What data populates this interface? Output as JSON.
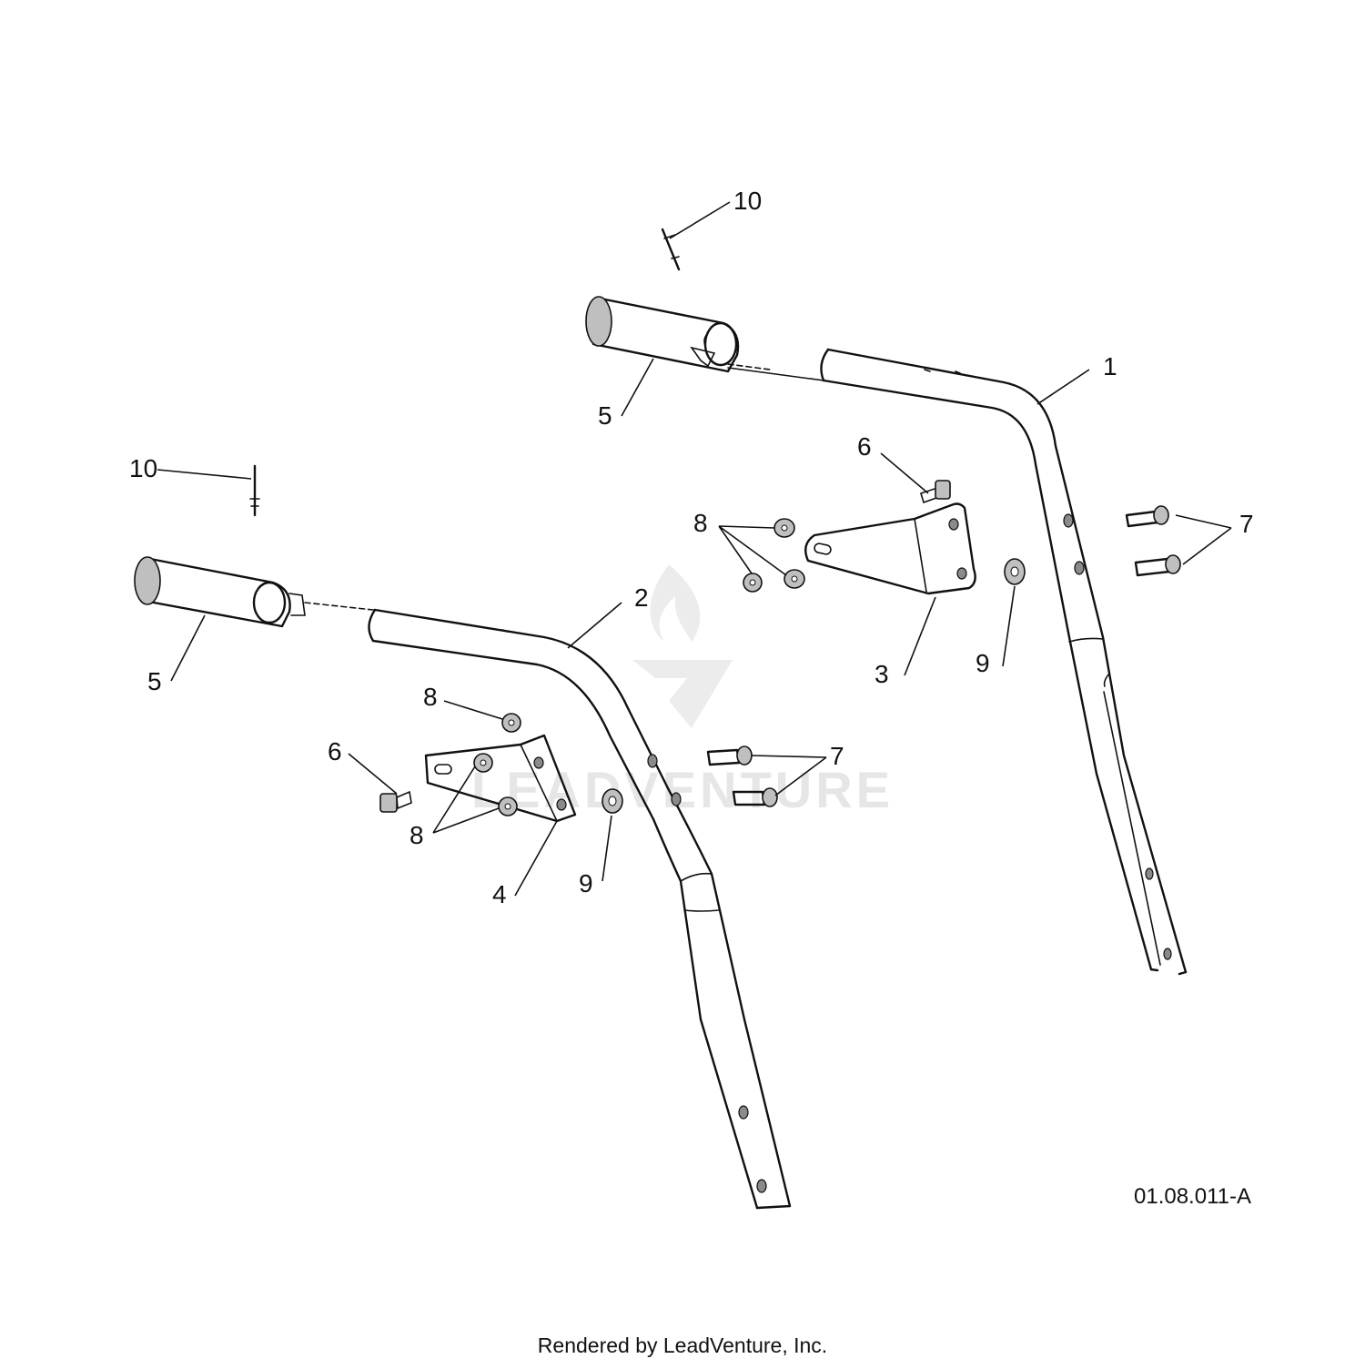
{
  "figure": {
    "reference_code": "01.08.011-A",
    "credit": "Rendered by LeadVenture, Inc.",
    "watermark": "LEADVENTURE"
  },
  "callouts": [
    {
      "id": "c1",
      "label": "1"
    },
    {
      "id": "c2",
      "label": "2"
    },
    {
      "id": "c3",
      "label": "3"
    },
    {
      "id": "c4",
      "label": "4"
    },
    {
      "id": "c5a",
      "label": "5"
    },
    {
      "id": "c5b",
      "label": "5"
    },
    {
      "id": "c6a",
      "label": "6"
    },
    {
      "id": "c6b",
      "label": "6"
    },
    {
      "id": "c7a",
      "label": "7"
    },
    {
      "id": "c7b",
      "label": "7"
    },
    {
      "id": "c8a",
      "label": "8"
    },
    {
      "id": "c8b",
      "label": "8"
    },
    {
      "id": "c8c",
      "label": "8"
    },
    {
      "id": "c9a",
      "label": "9"
    },
    {
      "id": "c9b",
      "label": "9"
    },
    {
      "id": "c10a",
      "label": "10"
    },
    {
      "id": "c10b",
      "label": "10"
    }
  ]
}
